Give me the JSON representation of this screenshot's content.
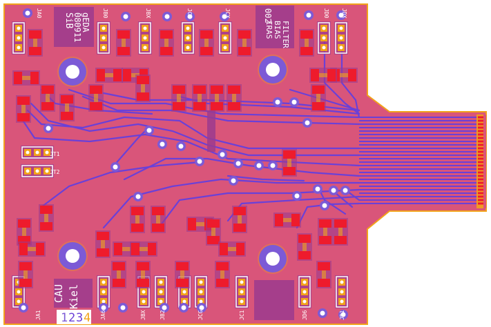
{
  "board": {
    "title_block": [
      "SiB",
      "080911",
      "gEDA"
    ],
    "filter_block": [
      "IRAS",
      "BIAS",
      "FILTER"
    ],
    "revision": "002",
    "credit_block": [
      "CAU",
      "Kiel"
    ],
    "layer_tabs": [
      "1",
      "2",
      "3",
      "4"
    ],
    "connectors_top": [
      "JA0",
      "JB0",
      "JBX",
      "JC0",
      "JCX",
      "JD0",
      "JDX"
    ],
    "connectors_bottom": [
      "JA1",
      "JA6",
      "JBX",
      "JB2",
      "JCG",
      "JC1",
      "JD6",
      "JD1"
    ],
    "jumpers": [
      "JT1",
      "JT2"
    ]
  },
  "colors": {
    "board": "#d9557a",
    "outline": "#f2a31a",
    "trace": "#6a40d8",
    "pad": "#ee1b2c",
    "silk": "#ffffff",
    "via": "#7c5ad6",
    "mask": "#9b3b8e"
  }
}
